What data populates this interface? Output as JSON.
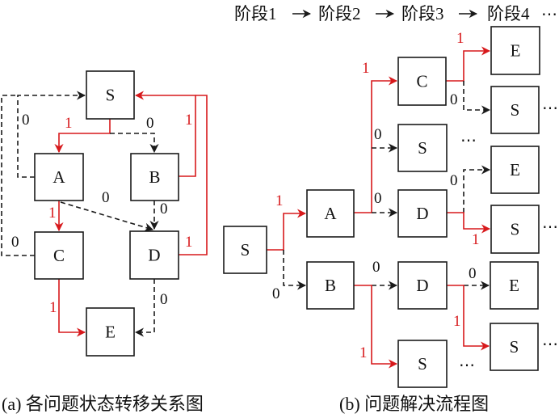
{
  "colors": {
    "success_edge": "#d7191c",
    "failure_edge": "#1a1a1a"
  },
  "stage_header": {
    "stages": [
      "阶段1",
      "阶段2",
      "阶段3",
      "阶段4"
    ],
    "ellipsis": "⋯"
  },
  "diagram_a": {
    "caption": "(a) 各问题状态转移关系图",
    "nodes": {
      "S": "S",
      "A": "A",
      "B": "B",
      "C": "C",
      "D": "D",
      "E": "E"
    },
    "edges": [
      {
        "from": "S",
        "to": "A",
        "label": "1",
        "type": "success"
      },
      {
        "from": "S",
        "to": "B",
        "label": "0",
        "type": "failure"
      },
      {
        "from": "A",
        "to": "S",
        "label": "0",
        "type": "failure"
      },
      {
        "from": "A",
        "to": "C",
        "label": "1",
        "type": "success"
      },
      {
        "from": "A",
        "to": "D",
        "label": "0",
        "type": "failure"
      },
      {
        "from": "B",
        "to": "S",
        "label": "1",
        "type": "success"
      },
      {
        "from": "B",
        "to": "D",
        "label": "0",
        "type": "failure"
      },
      {
        "from": "C",
        "to": "S",
        "label": "0",
        "type": "failure"
      },
      {
        "from": "C",
        "to": "E",
        "label": "1",
        "type": "success"
      },
      {
        "from": "D",
        "to": "S",
        "label": "1",
        "type": "success"
      },
      {
        "from": "D",
        "to": "E",
        "label": "0",
        "type": "failure"
      }
    ]
  },
  "diagram_b": {
    "caption": "(b) 问题解决流程图",
    "nodes": {
      "s1_S": "S",
      "s2_A": "A",
      "s2_B": "B",
      "s3_C": "C",
      "s3_S_top": "S",
      "s3_D_a": "D",
      "s3_D_b": "D",
      "s3_S_bottom": "S",
      "s4_E1": "E",
      "s4_S1": "S",
      "s4_E2": "E",
      "s4_S2": "S",
      "s4_E3": "E",
      "s4_S3": "S"
    },
    "edges": [
      {
        "from": "s1_S",
        "to": "s2_A",
        "label": "1",
        "type": "success"
      },
      {
        "from": "s1_S",
        "to": "s2_B",
        "label": "0",
        "type": "failure"
      },
      {
        "from": "s2_A",
        "to": "s3_C",
        "label": "1",
        "type": "success"
      },
      {
        "from": "s2_A",
        "to": "s3_S_top",
        "label": "0",
        "type": "failure"
      },
      {
        "from": "s2_A",
        "to": "s3_D_a",
        "label": "0",
        "type": "failure"
      },
      {
        "from": "s2_B",
        "to": "s3_D_b",
        "label": "0",
        "type": "failure"
      },
      {
        "from": "s2_B",
        "to": "s3_S_bottom",
        "label": "1",
        "type": "success"
      },
      {
        "from": "s3_C",
        "to": "s4_E1",
        "label": "1",
        "type": "success"
      },
      {
        "from": "s3_C",
        "to": "s4_S1",
        "label": "0",
        "type": "failure"
      },
      {
        "from": "s3_D_a",
        "to": "s4_E2",
        "label": "0",
        "type": "failure"
      },
      {
        "from": "s3_D_a",
        "to": "s4_S2",
        "label": "1",
        "type": "success"
      },
      {
        "from": "s3_D_b",
        "to": "s4_E3",
        "label": "0",
        "type": "failure"
      },
      {
        "from": "s3_D_b",
        "to": "s4_S3",
        "label": "1",
        "type": "success"
      }
    ],
    "continuation": "⋯"
  }
}
